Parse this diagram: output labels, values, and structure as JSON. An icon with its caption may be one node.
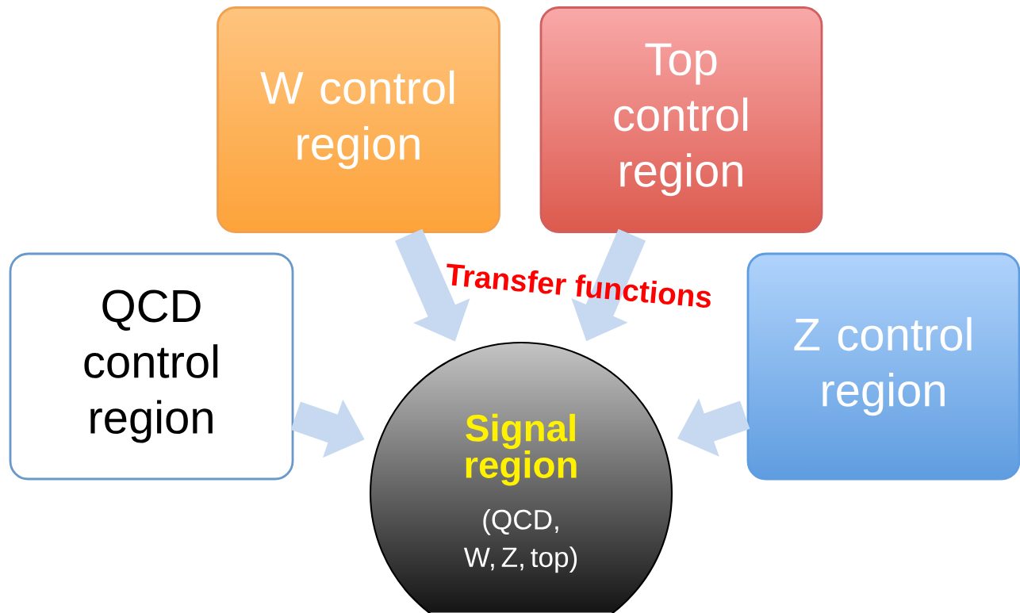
{
  "diagram": {
    "nodes": [
      {
        "text": [
          "W control region"
        ]
      },
      {
        "text": [
          "Top control region"
        ]
      },
      {
        "text": [
          "QCD control region"
        ]
      },
      {
        "text": [
          "Z control region"
        ]
      },
      {
        "text": [
          "Signal region",
          "(QCD, W, Z, top)"
        ]
      }
    ],
    "edges": [
      {
        "from": 0,
        "to": 4,
        "arrow": "to"
      },
      {
        "from": 1,
        "to": 4,
        "arrow": "to"
      },
      {
        "from": 2,
        "to": 4,
        "arrow": "to"
      },
      {
        "from": 3,
        "to": 4,
        "arrow": "to"
      }
    ],
    "labels": [
      "Transfer functions"
    ]
  }
}
